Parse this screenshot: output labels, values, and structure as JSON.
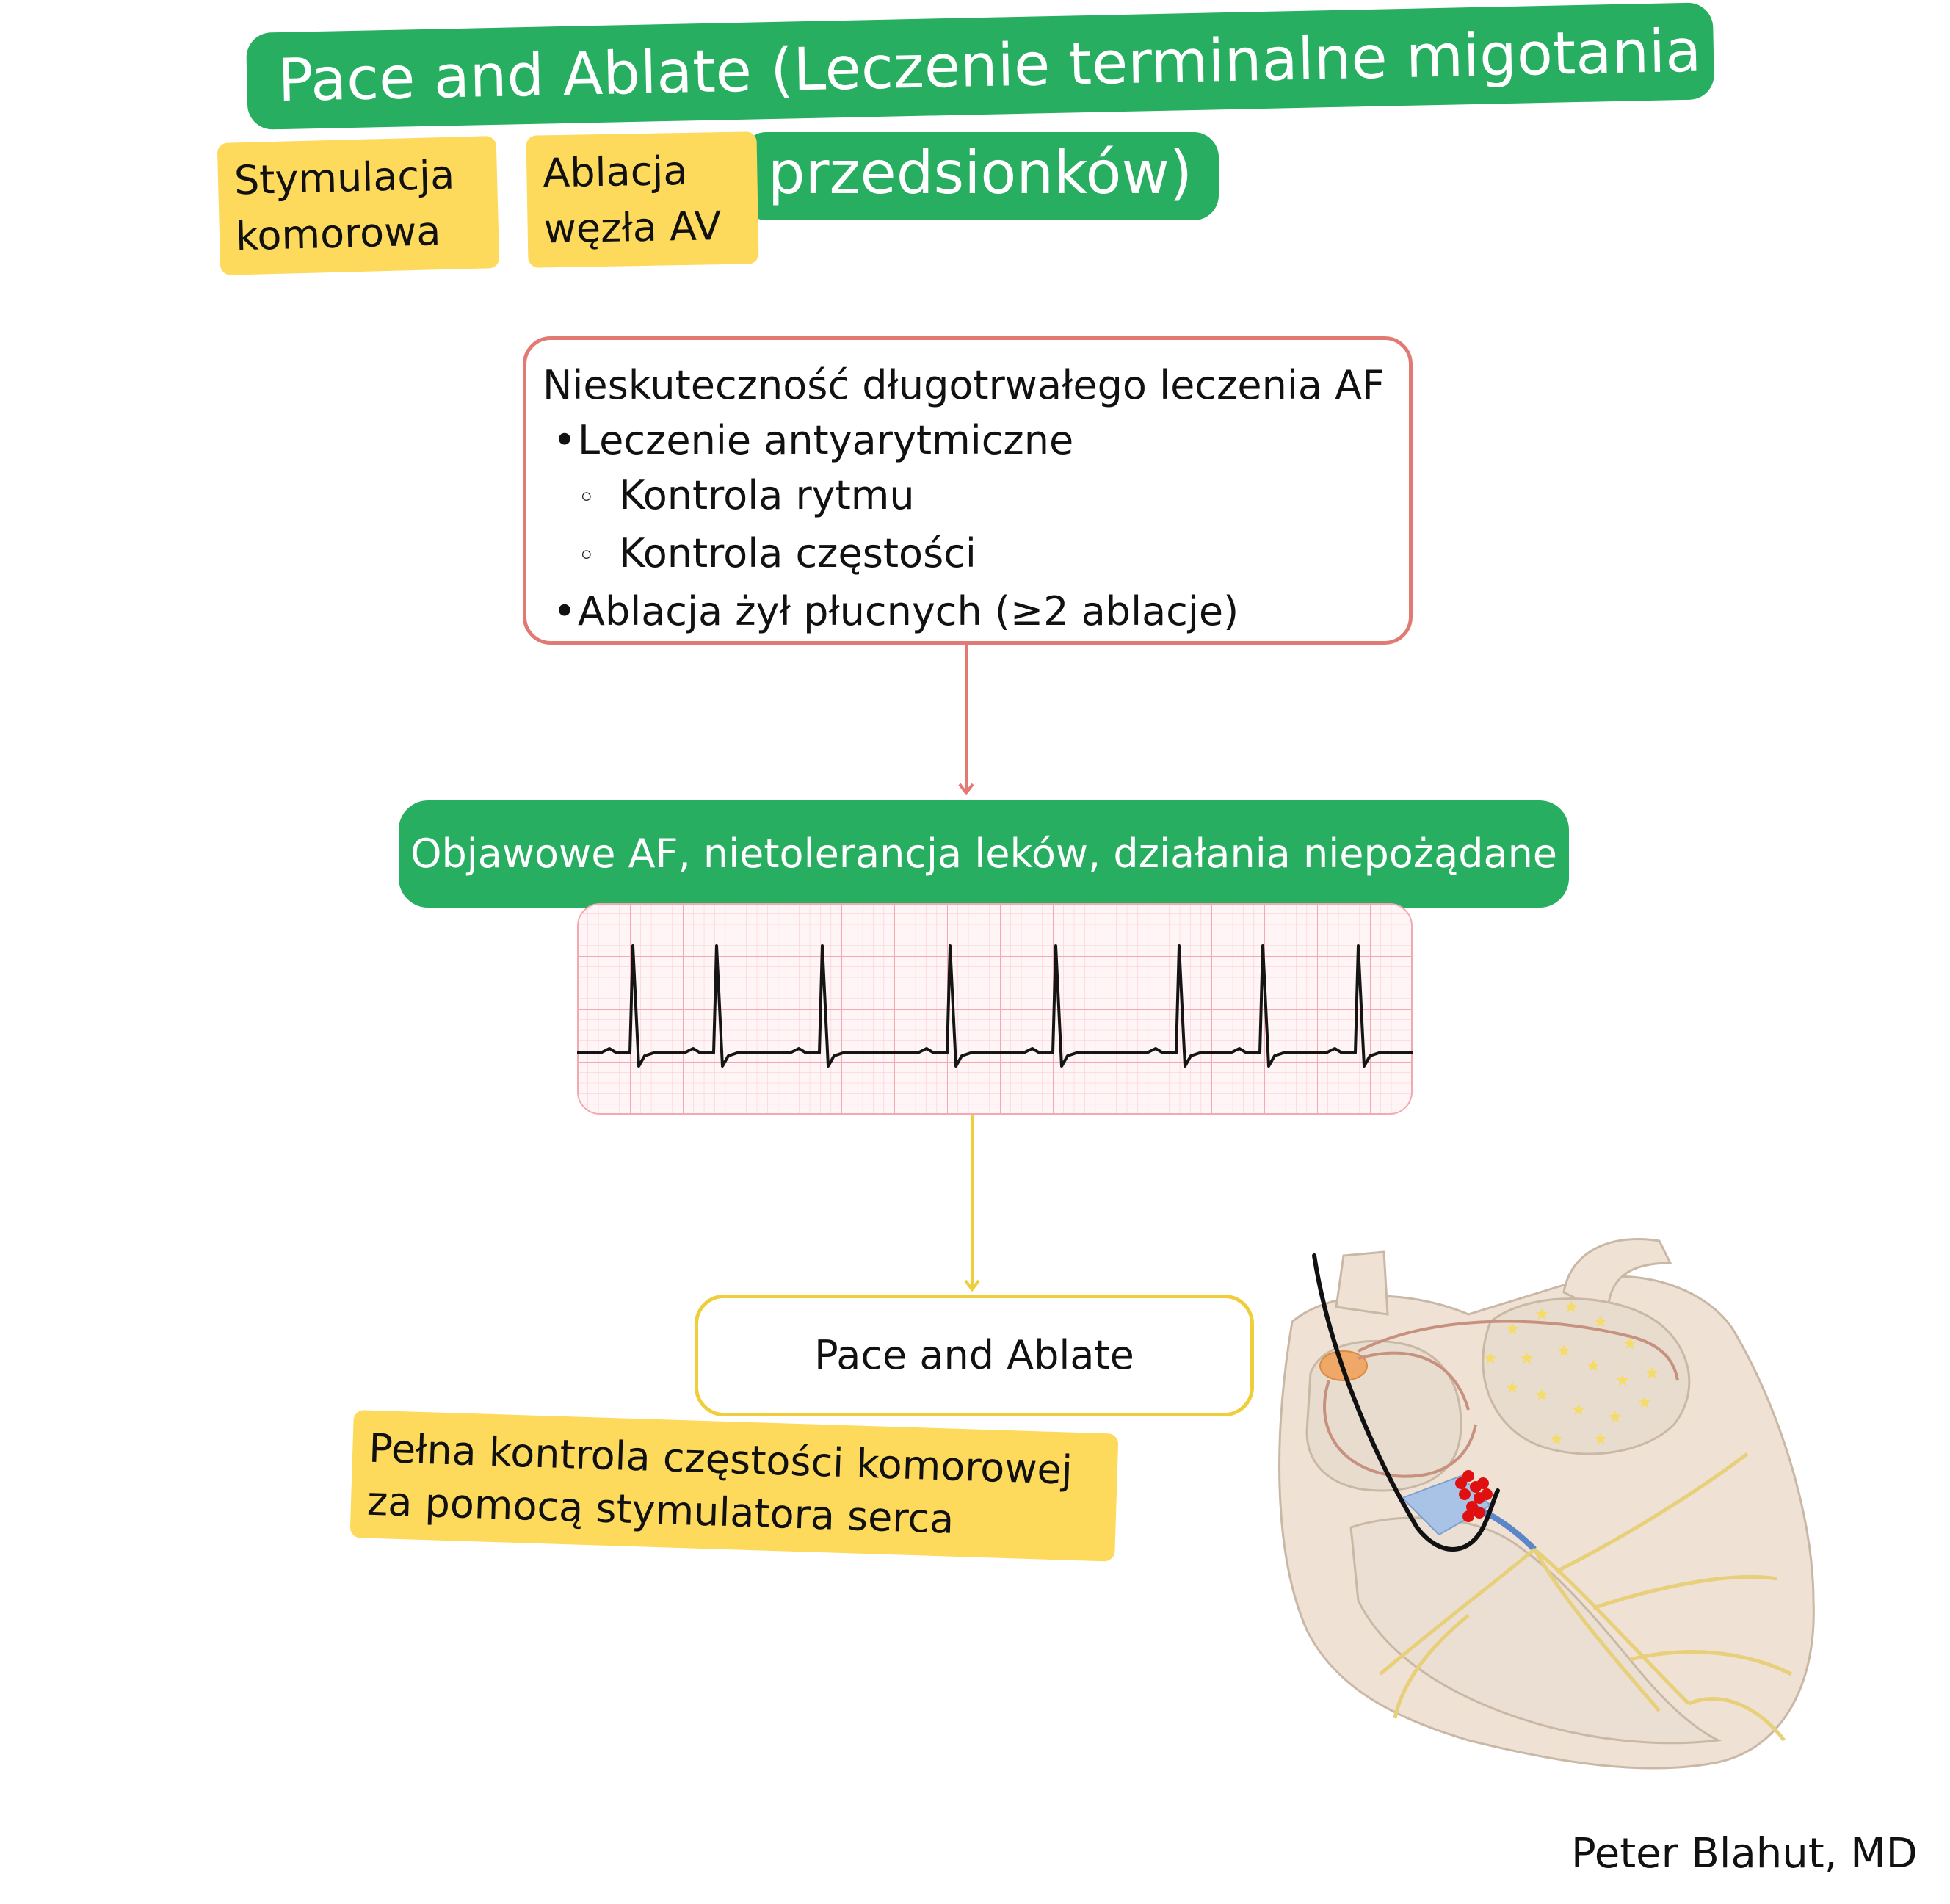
{
  "title": {
    "line1": "Pace and Ablate (Leczenie terminalne migotania",
    "line2": "przedsionków)"
  },
  "tags": {
    "ventricular_pacing": "Stymulacja komorowa",
    "av_node_ablation": "Ablacja węzła AV",
    "full_control": "Pełna kontrola częstości komorowej za pomocą stymulatora serca"
  },
  "failure_box": {
    "heading": "Nieskuteczność długotrwałego leczenia AF",
    "bullet_marker": "•",
    "sub_marker": "◦",
    "items": [
      {
        "level": 1,
        "text": "Leczenie antyarytmiczne"
      },
      {
        "level": 2,
        "text": "Kontrola rytmu"
      },
      {
        "level": 2,
        "text": "Kontrola częstości"
      },
      {
        "level": 1,
        "text": "Ablacja żył płucnych (≥2 ablacje)"
      }
    ]
  },
  "symptoms_label": "Objawowe AF, nietolerancja leków, działania niepożądane",
  "procedure_label": "Pace and Ablate",
  "author": "Peter Blahut, MD",
  "ecg": {
    "beats": 8
  },
  "colors": {
    "green": "#27ae60",
    "yellow": "#fdd95c",
    "box_border_red": "#e27a74",
    "box_border_yellow": "#f0cd3a",
    "ecg_grid": "#f4a9b0",
    "ablation_dots": "#e01010"
  }
}
